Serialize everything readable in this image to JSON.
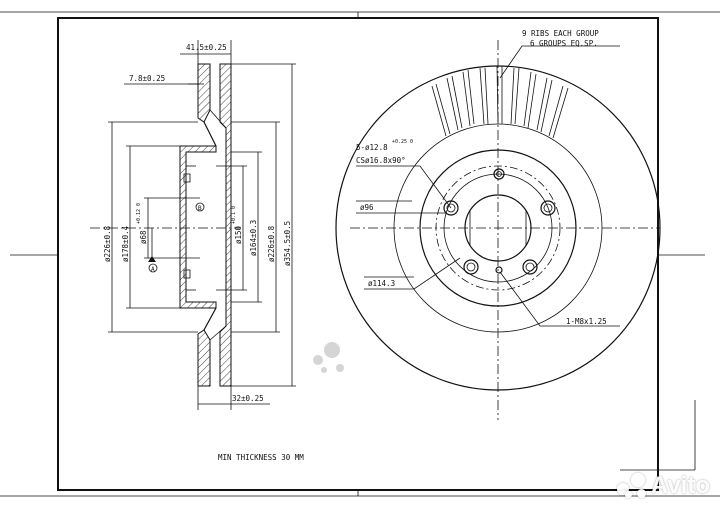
{
  "drawing": {
    "side_view": {
      "dim_total_thickness": "41.5±0.25",
      "dim_hat_thickness": "7.8±0.25",
      "dim_hat_height": "32±0.25",
      "dim_d226_left": "ø226±0.8",
      "dim_d178": "ø178±0.4",
      "dim_d68": "ø68",
      "dim_d68_tol": "+0.12 0",
      "datum_a": "A",
      "datum_b": "B",
      "dim_d150": "ø150",
      "dim_d150_tol": "+0.1 0",
      "dim_d164": "ø164±0.3",
      "dim_d226_right": "ø226±0.8",
      "dim_d354": "ø354.5±0.5"
    },
    "front_view": {
      "ribs_line1": "9 RIBS EACH GROUP",
      "ribs_line2": "6 GROUPS EQ.SP.",
      "bolt_holes": "5-ø12.8",
      "bolt_holes_tol": "+0.25 0",
      "countersink": "CSø16.8x90°",
      "dim_d96": "ø96",
      "dim_d114": "ø114.3",
      "thread": "1-M8x1.25"
    },
    "note_min_thickness": "MIN THICKNESS 30 MM"
  },
  "watermark": {
    "logo_text": "Avito"
  }
}
